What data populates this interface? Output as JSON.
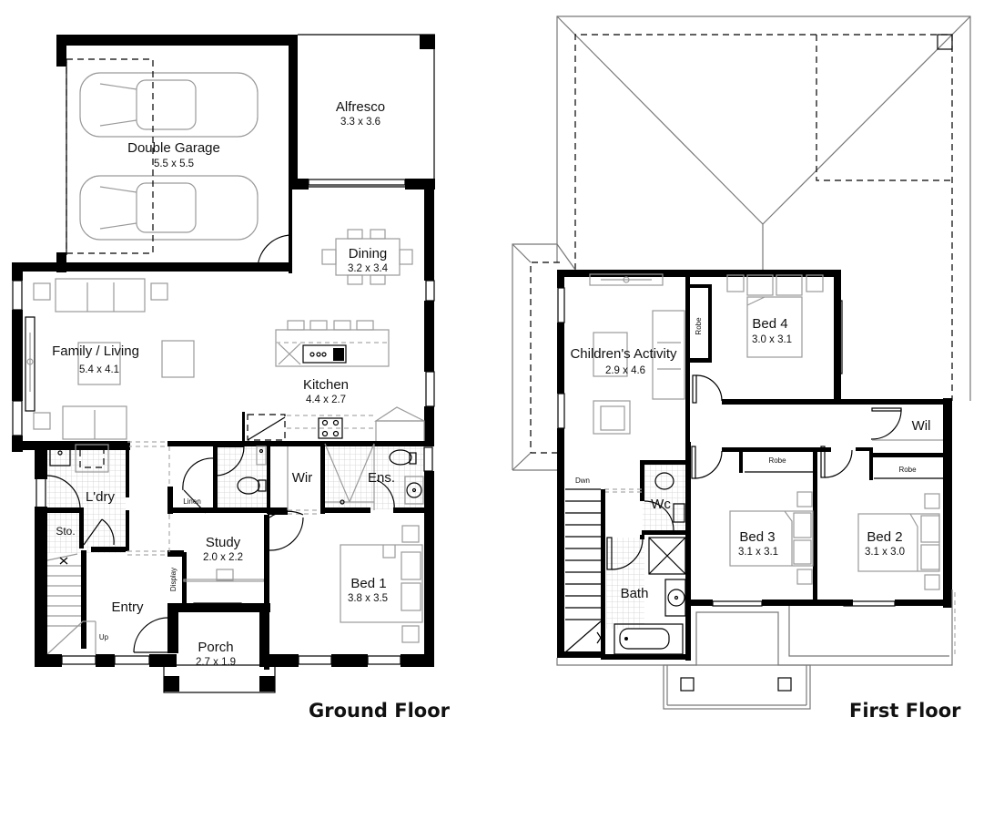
{
  "ground_floor": {
    "title": "Ground Floor",
    "rooms": {
      "garage": {
        "name": "Double Garage",
        "size": "5.5 x 5.5"
      },
      "alfresco": {
        "name": "Alfresco",
        "size": "3.3 x 3.6"
      },
      "dining": {
        "name": "Dining",
        "size": "3.2 x 3.4"
      },
      "family": {
        "name": "Family / Living",
        "size": "5.4 x 4.1"
      },
      "kitchen": {
        "name": "Kitchen",
        "size": "4.4 x 2.7"
      },
      "laundry": {
        "name": "L'dry"
      },
      "storage": {
        "name": "Sto."
      },
      "linen": {
        "name": "Linen"
      },
      "wir": {
        "name": "Wir"
      },
      "ensuite": {
        "name": "Ens."
      },
      "study": {
        "name": "Study",
        "size": "2.0 x 2.2"
      },
      "display": {
        "name": "Display"
      },
      "entry": {
        "name": "Entry"
      },
      "stairs_up": {
        "name": "Up"
      },
      "porch": {
        "name": "Porch",
        "size": "2.7 x 1.9"
      },
      "bed1": {
        "name": "Bed 1",
        "size": "3.8 x 3.5"
      }
    }
  },
  "first_floor": {
    "title": "First Floor",
    "rooms": {
      "activity": {
        "name": "Children's Activity",
        "size": "2.9 x 4.6"
      },
      "robe4": {
        "name": "Robe"
      },
      "bed4": {
        "name": "Bed 4",
        "size": "3.0 x 3.1"
      },
      "wil": {
        "name": "Wil"
      },
      "robe2": {
        "name": "Robe"
      },
      "robe3": {
        "name": "Robe"
      },
      "stairs_down": {
        "name": "Dwn"
      },
      "wc": {
        "name": "Wc"
      },
      "bath": {
        "name": "Bath"
      },
      "bed3": {
        "name": "Bed 3",
        "size": "3.1 x 3.1"
      },
      "bed2": {
        "name": "Bed 2",
        "size": "3.1 x 3.0"
      }
    }
  }
}
